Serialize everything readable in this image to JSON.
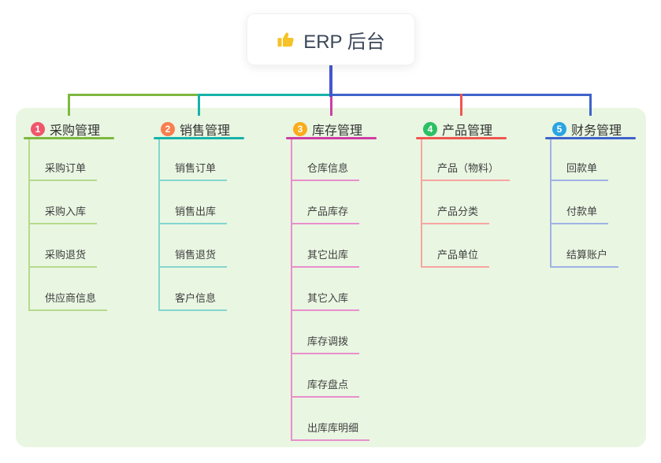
{
  "root": {
    "label": "ERP 后台",
    "icon": "thumb-up-icon",
    "icon_color": "#f5c227",
    "trunk_color": "#4656d0"
  },
  "panel": {
    "background": "#e9f6e2"
  },
  "branches": [
    {
      "num": "1",
      "label": "采购管理",
      "badge_color": "#f0566b",
      "line_color": "#7db840",
      "child_line_color": "#b6da8b",
      "children": [
        "采购订单",
        "采购入库",
        "采购退货",
        "供应商信息"
      ]
    },
    {
      "num": "2",
      "label": "销售管理",
      "badge_color": "#fb7d4e",
      "line_color": "#17b3a9",
      "child_line_color": "#84d6d0",
      "children": [
        "销售订单",
        "销售出库",
        "销售退货",
        "客户信息"
      ]
    },
    {
      "num": "3",
      "label": "库存管理",
      "badge_color": "#fbab1b",
      "line_color": "#ce3ea3",
      "child_line_color": "#e88fcb",
      "children": [
        "仓库信息",
        "产品库存",
        "其它出库",
        "其它入库",
        "库存调拨",
        "库存盘点",
        "出库库明细"
      ]
    },
    {
      "num": "4",
      "label": "产品管理",
      "badge_color": "#2cc063",
      "line_color": "#f15550",
      "child_line_color": "#f8a5a1",
      "children": [
        "产品（物料）",
        "产品分类",
        "产品单位"
      ]
    },
    {
      "num": "5",
      "label": "财务管理",
      "badge_color": "#2aa4e2",
      "line_color": "#3e63cb",
      "child_line_color": "#9fb2e5",
      "children": [
        "回款单",
        "付款单",
        "结算账户"
      ]
    }
  ]
}
